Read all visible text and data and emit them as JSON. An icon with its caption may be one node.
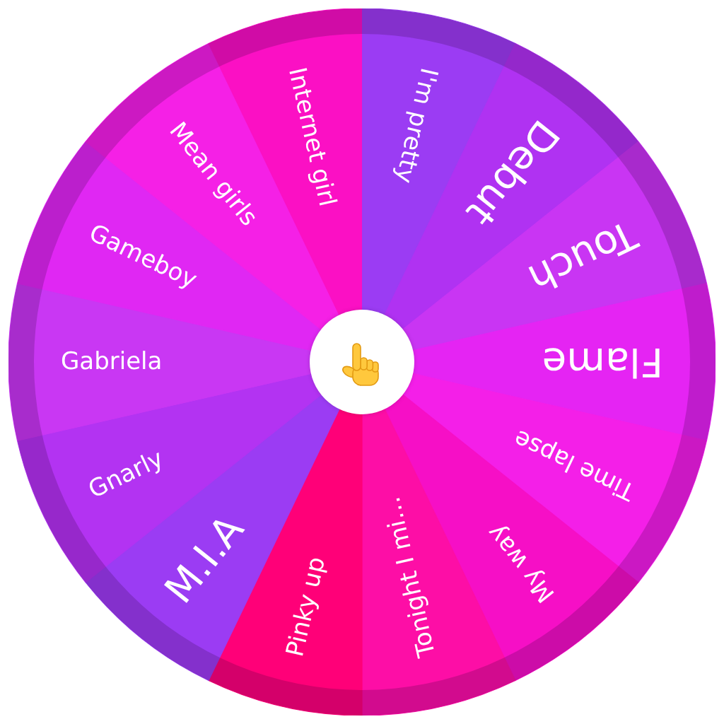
{
  "diagram": {
    "nodes": [
      {
        "text": [
          "I'm pretty"
        ]
      },
      {
        "text": [
          "Debut"
        ]
      },
      {
        "text": [
          "Touch"
        ]
      },
      {
        "text": [
          "Flame"
        ]
      },
      {
        "text": [
          "Time lapse"
        ]
      },
      {
        "text": [
          "My way"
        ]
      },
      {
        "text": [
          "Tonight I mi…"
        ]
      },
      {
        "text": [
          "Pinky up"
        ]
      },
      {
        "text": [
          "M.I.A"
        ]
      },
      {
        "text": [
          "Gnarly"
        ]
      },
      {
        "text": [
          "Gabriela"
        ]
      },
      {
        "text": [
          "Gameboy"
        ]
      },
      {
        "text": [
          "Mean girls"
        ]
      },
      {
        "text": [
          "Internet girl"
        ]
      }
    ]
  }
}
